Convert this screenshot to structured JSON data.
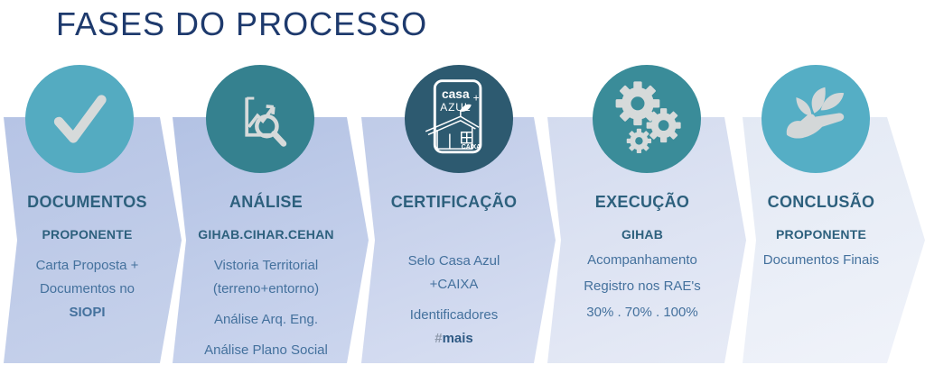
{
  "title": "FASES DO PROCESSO",
  "colors": {
    "title_text": "#1e3a6d",
    "heading_text": "#2d607d",
    "body_text": "#44719d",
    "icon_glyph": "#d6dada",
    "banner_start": "#b6c4e5",
    "banner_end": "#f0f3fa",
    "circle_colors": [
      "#54abc1",
      "#35818f",
      "#2d5a70",
      "#3a8c99",
      "#55aec5"
    ]
  },
  "phases": [
    {
      "heading": "DOCUMENTOS",
      "subheading": "PROPONENTE",
      "icon": "checkmark-icon",
      "circle_color": "#54abc1",
      "lines": [
        "Carta Proposta +",
        "Documentos no",
        "SIOPI"
      ]
    },
    {
      "heading": "ANÁLISE",
      "subheading": "GIHAB.CIHAR.CEHAN",
      "icon": "chart-magnifier-icon",
      "circle_color": "#35818f",
      "lines": [
        "Vistoria Territorial",
        "(terreno+entorno)",
        "Análise Arq. Eng.",
        "Análise Plano Social"
      ]
    },
    {
      "heading": "CERTIFICAÇÃO",
      "subheading": "",
      "icon": "casa-azul-caixa-logo",
      "circle_color": "#2d5a70",
      "lines": [
        "Selo Casa Azul",
        "+CAIXA",
        "Identificadores"
      ],
      "tag": {
        "hash": "#",
        "word": "mais"
      },
      "logo": {
        "top": "casa",
        "plus": "+",
        "bottom": "AZUL",
        "brand": "CAIXA"
      }
    },
    {
      "heading": "EXECUÇÃO",
      "subheading": "GIHAB",
      "icon": "gears-icon",
      "circle_color": "#3a8c99",
      "lines": [
        "Acompanhamento",
        "Registro nos RAE's",
        "30% . 70% . 100%"
      ]
    },
    {
      "heading": "CONCLUSÃO",
      "subheading": "PROPONENTE",
      "icon": "hand-leaves-icon",
      "circle_color": "#55aec5",
      "lines": [
        "Documentos Finais"
      ]
    }
  ]
}
